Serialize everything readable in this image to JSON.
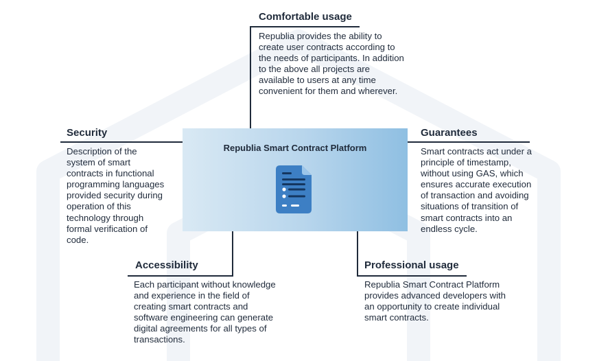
{
  "center": {
    "title": "Republia Smart Contract Platform",
    "icon": "document-icon"
  },
  "nodes": {
    "comfortable": {
      "heading": "Comfortable usage",
      "lines": [
        "Republia provides the ability to",
        "create user contracts according to",
        "the needs of participants. In addition",
        "to the above all projects are",
        "available to users at any time",
        "convenient for them and wherever."
      ]
    },
    "security": {
      "heading": "Security",
      "lines": [
        "Description of the",
        "system of smart",
        "contracts in functional",
        "programming languages",
        "provided security during",
        "operation of this",
        "technology through",
        "formal verification of",
        "code."
      ]
    },
    "guarantees": {
      "heading": "Guarantees",
      "lines": [
        "Smart contracts act under a",
        "principle of timestamp,",
        "without using GAS, which",
        "ensures accurate execution",
        "of transaction and avoiding",
        "situations of transition of",
        "smart contracts into an",
        "endless cycle."
      ]
    },
    "accessibility": {
      "heading": "Accessibility",
      "lines": [
        "Each participant without knowledge",
        "and experience in the field of",
        "creating smart contracts and",
        "software engineering can generate",
        "digital agreements for all types of",
        "transactions."
      ]
    },
    "professional": {
      "heading": "Professional usage",
      "lines": [
        "Republia Smart Contract Platform",
        "provides advanced developers with",
        "an opportunity to create individual",
        "smart contracts."
      ]
    }
  },
  "colors": {
    "text": "#1f2a3a",
    "box_gradient_start": "#d9e9f4",
    "box_gradient_end": "#8fbfe2",
    "icon_blue": "#3d7fc4",
    "icon_dark": "#14365f"
  }
}
